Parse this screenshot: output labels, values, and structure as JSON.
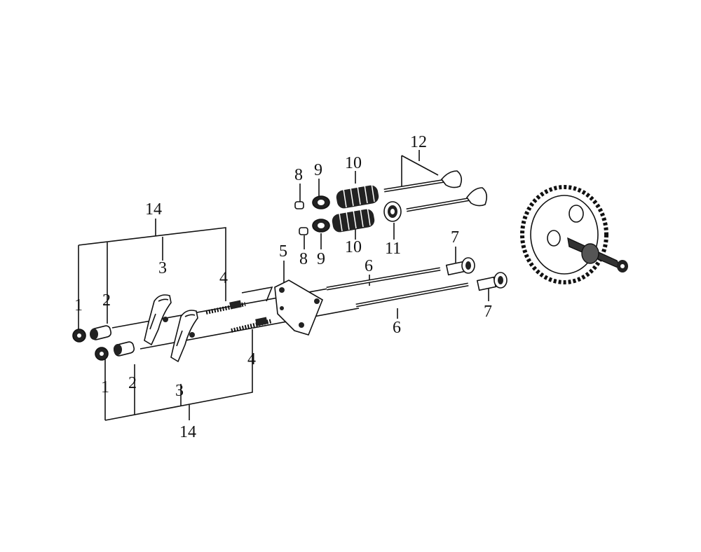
{
  "callouts": {
    "c1_top": "1",
    "c2_top": "2",
    "c3_top": "3",
    "c4_top": "4",
    "c14_top": "14",
    "c1_bot": "1",
    "c2_bot": "2",
    "c3_bot": "3",
    "c4_bot": "4",
    "c14_bot": "14",
    "c5": "5",
    "c6_top": "6",
    "c6_bot": "6",
    "c7_top": "7",
    "c7_bot": "7",
    "c8_top": "8",
    "c8_bot": "8",
    "c9_top": "9",
    "c9_bot": "9",
    "c10_top": "10",
    "c10_bot": "10",
    "c11": "11",
    "c12": "12"
  }
}
